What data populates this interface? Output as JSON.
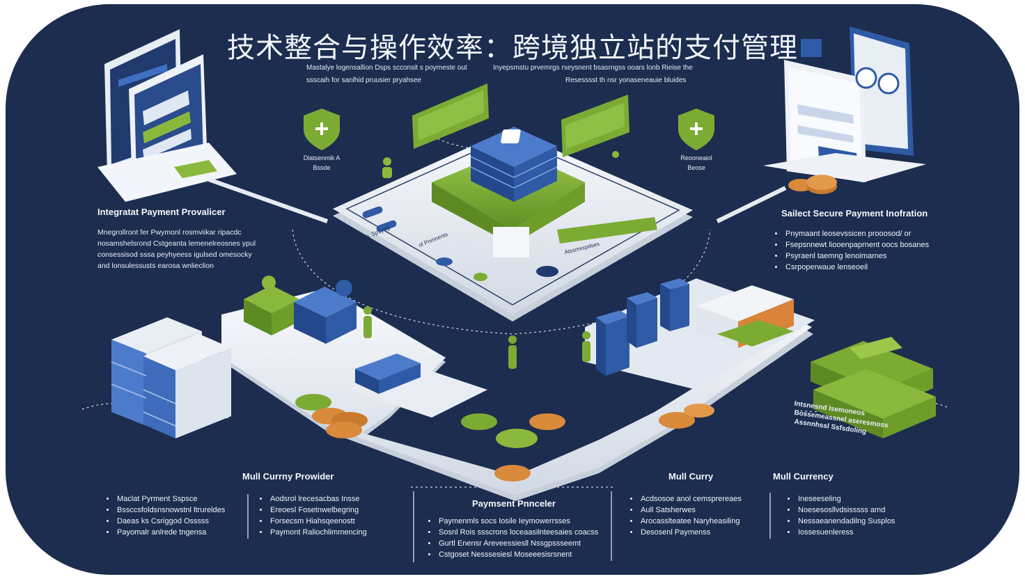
{
  "title": "技术整合与操作效率：跨境独立站的支付管理",
  "intro_left": [
    "Mastalye logensallion Dsps scconsit s poymeste out",
    "ssscaih for sanlhid pruusier pryahsee"
  ],
  "intro_right": [
    "Inyepsmstu prvemrgs rseysnent bsasrngss ooars lonb Rieise the",
    "Resesssst th nsr yonaseneauie bluides"
  ],
  "shield_left_label": [
    "Dlatsenmik A",
    "Bssde"
  ],
  "shield_right_label": [
    "Reooneaiol",
    "Beose"
  ],
  "left_block": {
    "heading": "Integratat Payment Provalicer",
    "lines": [
      "Mnegrollront fer Pwymonl rosmviikar ripacdc",
      "nosamshelsrond Cstgeanta lemenelreosnes ypul",
      "consessisod sssa peyhyeess igulsed omesocky",
      "and lonsulessusts earosa wnlieclion"
    ]
  },
  "right_block": {
    "heading": "Sailect Secure  Payment Inofration",
    "items": [
      "Pnymaant leosevssicen prooosod/ or",
      "Fsepsnnewt liooenpaprnent oocs bosanes",
      "Psyraenl taemng  lenoimarnes",
      "Csrpoperwaue lenseoeil"
    ]
  },
  "bottom": {
    "multi_currency_provider": "Mull Currny Prowider",
    "payment_provider": "Paymsent Pnnceler",
    "multi_curry": "Mull Curry",
    "multi_currency": "Mull Currency",
    "col1": [
      "Maclat Pyrment Sspsce",
      "Bssccsfoldsnsnowstnl ltrureldes",
      "Daeas ks Csriggod Osssss",
      "Payomalr anlrede  tngensa"
    ],
    "col2": [
      "Aodsrol lrecesacbas Insse",
      "Ereoesl  Fosetnwelbegring",
      "Forsecsm Hiahsqeenostt",
      "Paymont Raliochlimmencing"
    ],
    "col3": [
      "Paymenmls socs  Iosile Ieymowerrsses",
      "Sosnl Rois  ssscrons loceaasilnteesaies coacss",
      "Gurtl Enensr Areveessiesll  Nssgpssseemt",
      "Cstgoset Nesssesiesl Moseeesisrsnent"
    ],
    "col4": [
      "Acdsosoe  anol cemsprereaes",
      "Aull  Satsherwes",
      "Arocasslteatee  Naryheasiling",
      "Desosenl Paymenss"
    ],
    "col5": [
      "Ineseeseling",
      "Noesesosllvdsisssss amd",
      "Nessaeanendadilng Susplos",
      "Iossesuenleress"
    ]
  },
  "money_note": [
    "Intsnesnd  Isemoneos",
    "Bossemeassnel aseresmoss",
    "Assnnhssl Ssfsdoling"
  ],
  "hub_screen_labels": [
    "Lo. Sp1yng",
    "ol Pnmnents",
    "Atssmxxpdses"
  ],
  "colors": {
    "background": "#1c2d4f",
    "platform": "#e9edf3",
    "blue": "#2f5aa6",
    "green": "#7cab34",
    "coin": "#d98a3a"
  }
}
